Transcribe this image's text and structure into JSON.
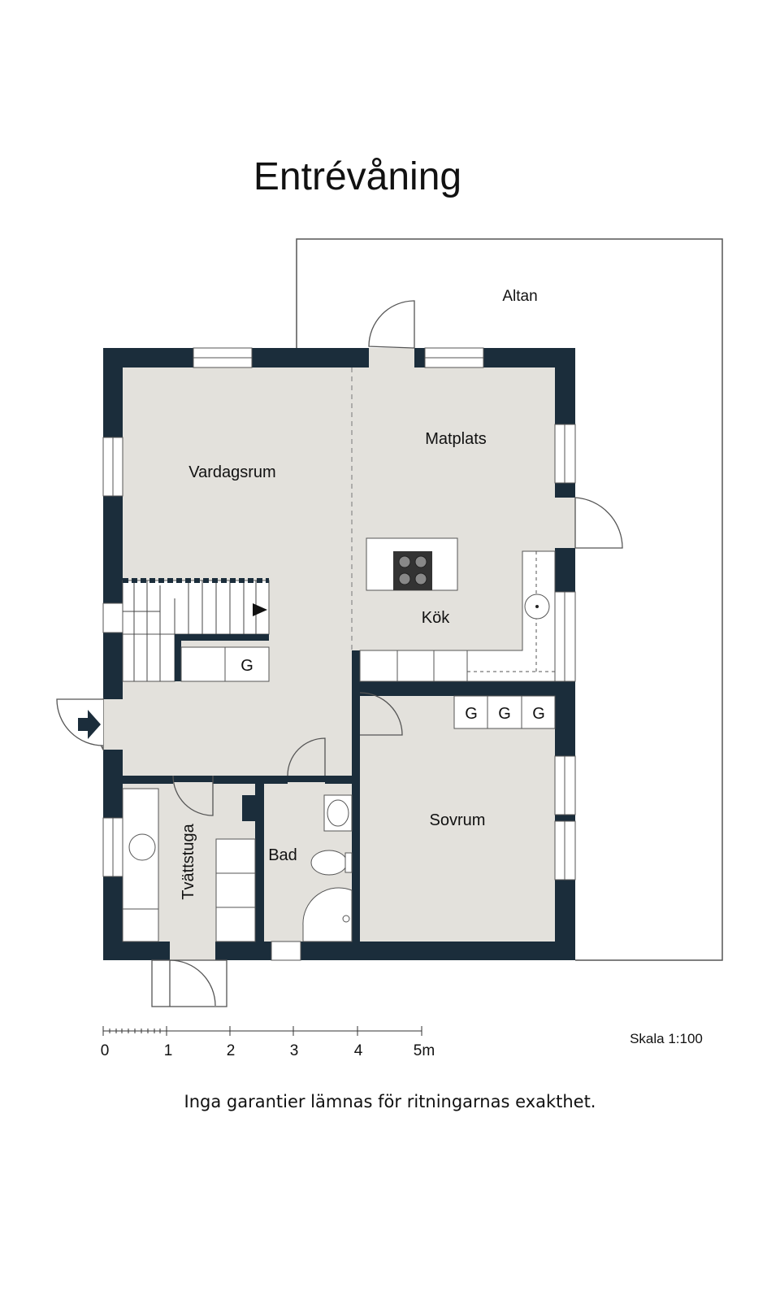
{
  "title": "Entrévåning",
  "rooms": {
    "altan": "Altan",
    "vardagsrum": "Vardagsrum",
    "matplats": "Matplats",
    "kok": "Kök",
    "sovrum": "Sovrum",
    "bad": "Bad",
    "tvattstuga": "Tvättstuga"
  },
  "fixture_label": "G",
  "scale_bar": {
    "ticks": [
      "0",
      "1",
      "2",
      "3",
      "4",
      "5m"
    ]
  },
  "scale_text": "Skala 1:100",
  "disclaimer": "Inga garantier lämnas för ritningarnas exakthet.",
  "colors": {
    "wall": "#1b2d3b",
    "floor": "#e3e1dc",
    "line": "#555555"
  }
}
